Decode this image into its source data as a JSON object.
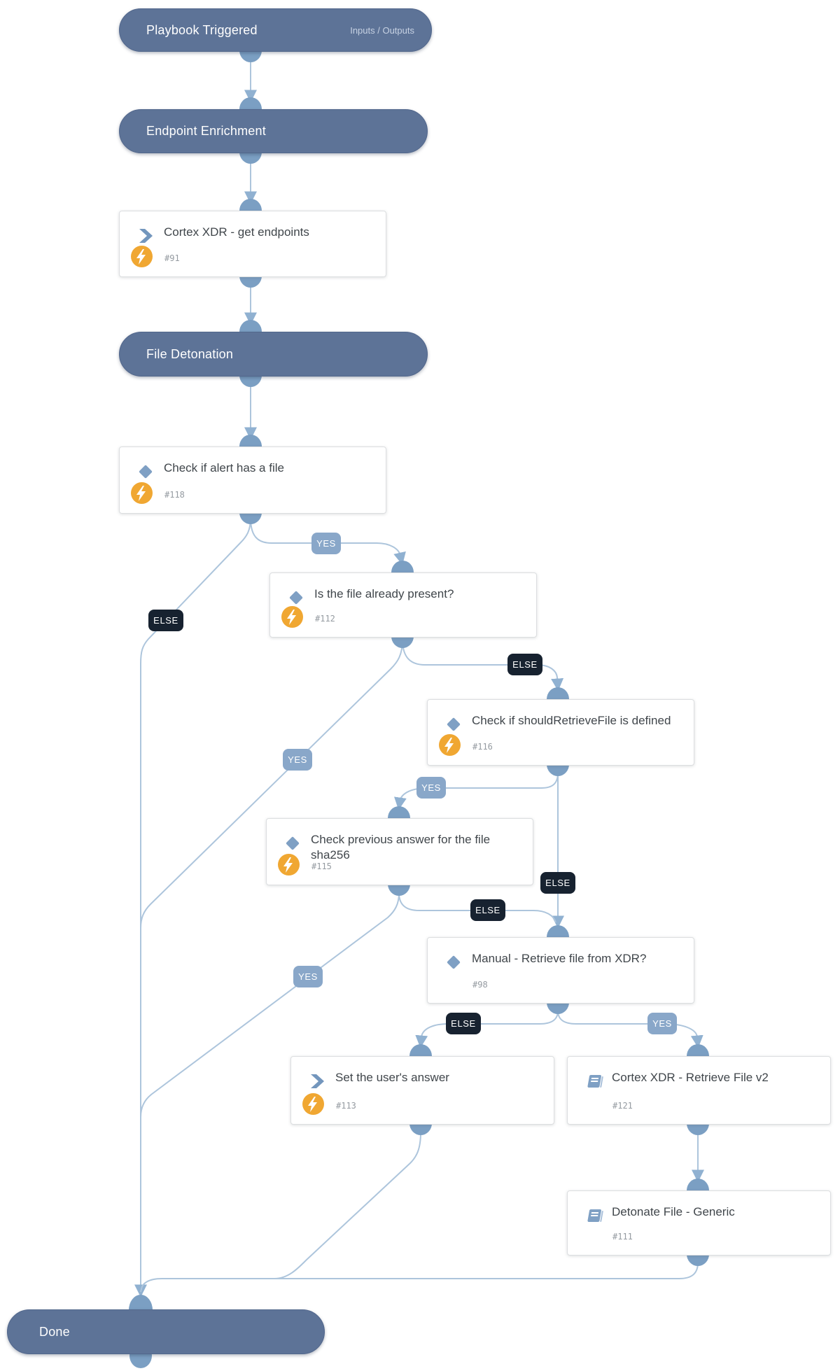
{
  "colors": {
    "section_pill": "#5d7397",
    "connector_line": "#adc5dc",
    "connector_point": "#7b9fc3",
    "yes_badge": "#89a7c9",
    "else_badge": "#172230",
    "automation_icon": "#f0a732",
    "task_icon": "#7fa0c4",
    "card_title": "#40464b",
    "task_id_text": "#959ba1"
  },
  "nodes": [
    {
      "name": "playbook-triggered",
      "type": "section",
      "title": "Playbook Triggered",
      "right_label": "Inputs / Outputs"
    },
    {
      "name": "endpoint-enrichment",
      "type": "section",
      "title": "Endpoint Enrichment"
    },
    {
      "name": "cortex-xdr-get-endpoints",
      "type": "task",
      "icon": "chevron-icon",
      "title": "Cortex XDR - get endpoints",
      "task_id": "#91"
    },
    {
      "name": "file-detonation",
      "type": "section",
      "title": "File Detonation"
    },
    {
      "name": "check-if-alert-has-a-file",
      "type": "condition",
      "icon": "diamond-icon",
      "title": "Check if alert has a file",
      "task_id": "#118"
    },
    {
      "name": "is-the-file-already-present",
      "type": "condition",
      "icon": "diamond-icon",
      "title": "Is the file already present?",
      "task_id": "#112"
    },
    {
      "name": "check-if-shouldretrievefile-is-defined",
      "type": "condition",
      "icon": "diamond-icon",
      "title": "Check if shouldRetrieveFile is defined",
      "task_id": "#116"
    },
    {
      "name": "check-previous-answer-for-the-file-sha256",
      "type": "condition",
      "icon": "diamond-icon",
      "title": "Check previous answer for the file sha256",
      "task_id": "#115"
    },
    {
      "name": "manual-retrieve-file-from-xdr",
      "type": "condition",
      "icon": "diamond-icon",
      "title": "Manual - Retrieve file from XDR?",
      "task_id": "#98"
    },
    {
      "name": "set-the-users-answer",
      "type": "task",
      "icon": "chevron-icon",
      "title": "Set the user's answer",
      "task_id": "#113"
    },
    {
      "name": "cortex-xdr-retrieve-file-v2",
      "type": "sub-playbook",
      "icon": "book-icon",
      "title": "Cortex XDR - Retrieve File v2",
      "task_id": "#121"
    },
    {
      "name": "detonate-file-generic",
      "type": "sub-playbook",
      "icon": "book-icon",
      "title": "Detonate File - Generic",
      "task_id": "#111"
    },
    {
      "name": "done",
      "type": "section",
      "title": "Done"
    }
  ],
  "badges": [
    {
      "name": "yes-from-118",
      "label": "YES"
    },
    {
      "name": "else-from-118",
      "label": "ELSE"
    },
    {
      "name": "else-from-112",
      "label": "ELSE"
    },
    {
      "name": "yes-from-112",
      "label": "YES"
    },
    {
      "name": "yes-from-116",
      "label": "YES"
    },
    {
      "name": "else-from-116",
      "label": "ELSE"
    },
    {
      "name": "else-from-115",
      "label": "ELSE"
    },
    {
      "name": "yes-from-115",
      "label": "YES"
    },
    {
      "name": "else-from-98",
      "label": "ELSE"
    },
    {
      "name": "yes-from-98",
      "label": "YES"
    }
  ]
}
